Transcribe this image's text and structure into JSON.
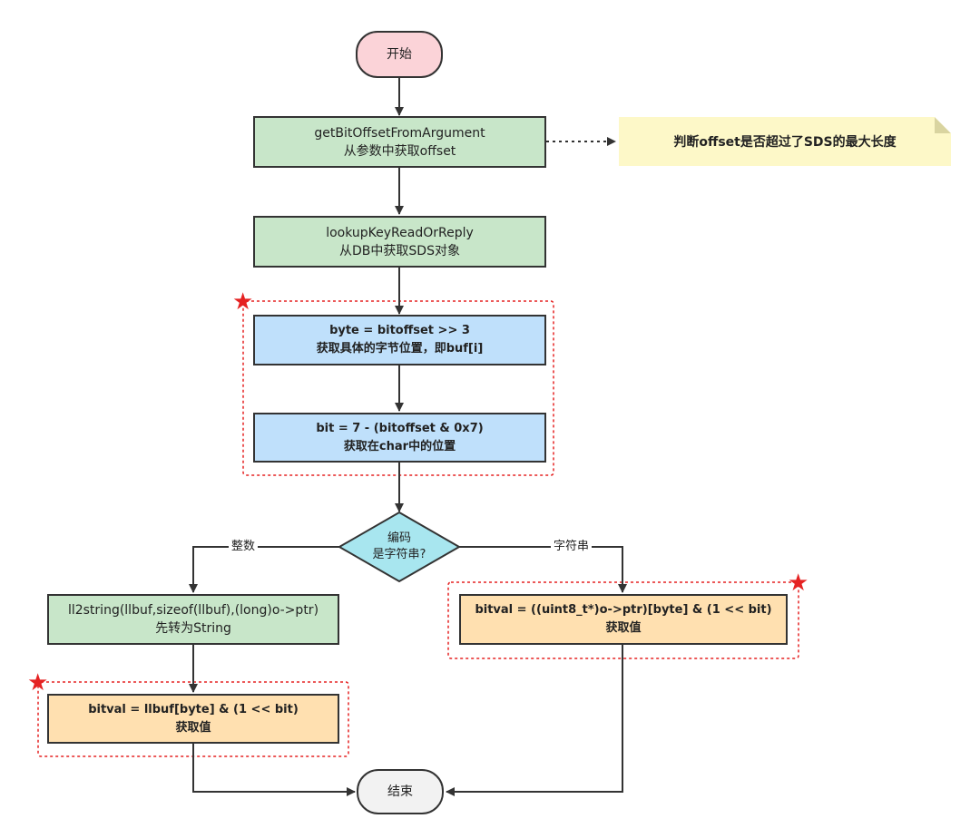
{
  "nodes": {
    "start": "开始",
    "get_offset": {
      "line1": "getBitOffsetFromArgument",
      "line2": "从参数中获取offset"
    },
    "note": "判断offset是否超过了SDS的最大长度",
    "lookup": {
      "line1": "lookupKeyReadOrReply",
      "line2": "从DB中获取SDS对象"
    },
    "byte_calc": {
      "line1": "byte = bitoffset >> 3",
      "line2": "获取具体的字节位置，即buf[i]"
    },
    "bit_calc": {
      "line1": "bit = 7 - (bitoffset & 0x7)",
      "line2": "获取在char中的位置"
    },
    "decision": {
      "line1": "编码",
      "line2": "是字符串?"
    },
    "left_branch_label": "整数",
    "right_branch_label": "字符串",
    "ll2string": {
      "line1": "ll2string(llbuf,sizeof(llbuf),(long)o->ptr)",
      "line2": "先转为String"
    },
    "bitval_int": {
      "line1": "bitval = llbuf[byte] & (1 << bit)",
      "line2": "获取值"
    },
    "bitval_str": {
      "line1": "bitval = ((uint8_t*)o->ptr)[byte] & (1 << bit)",
      "line2": "获取值"
    },
    "end": "结束"
  },
  "colors": {
    "terminal_start": "#fbd3d8",
    "terminal_end": "#f2f2f2",
    "process_green": "#c8e6c9",
    "process_blue": "#bfe0fb",
    "process_orange": "#ffe0b0",
    "decision": "#a8e6ef",
    "note": "#fdf8c8",
    "highlight": "#e52222"
  }
}
